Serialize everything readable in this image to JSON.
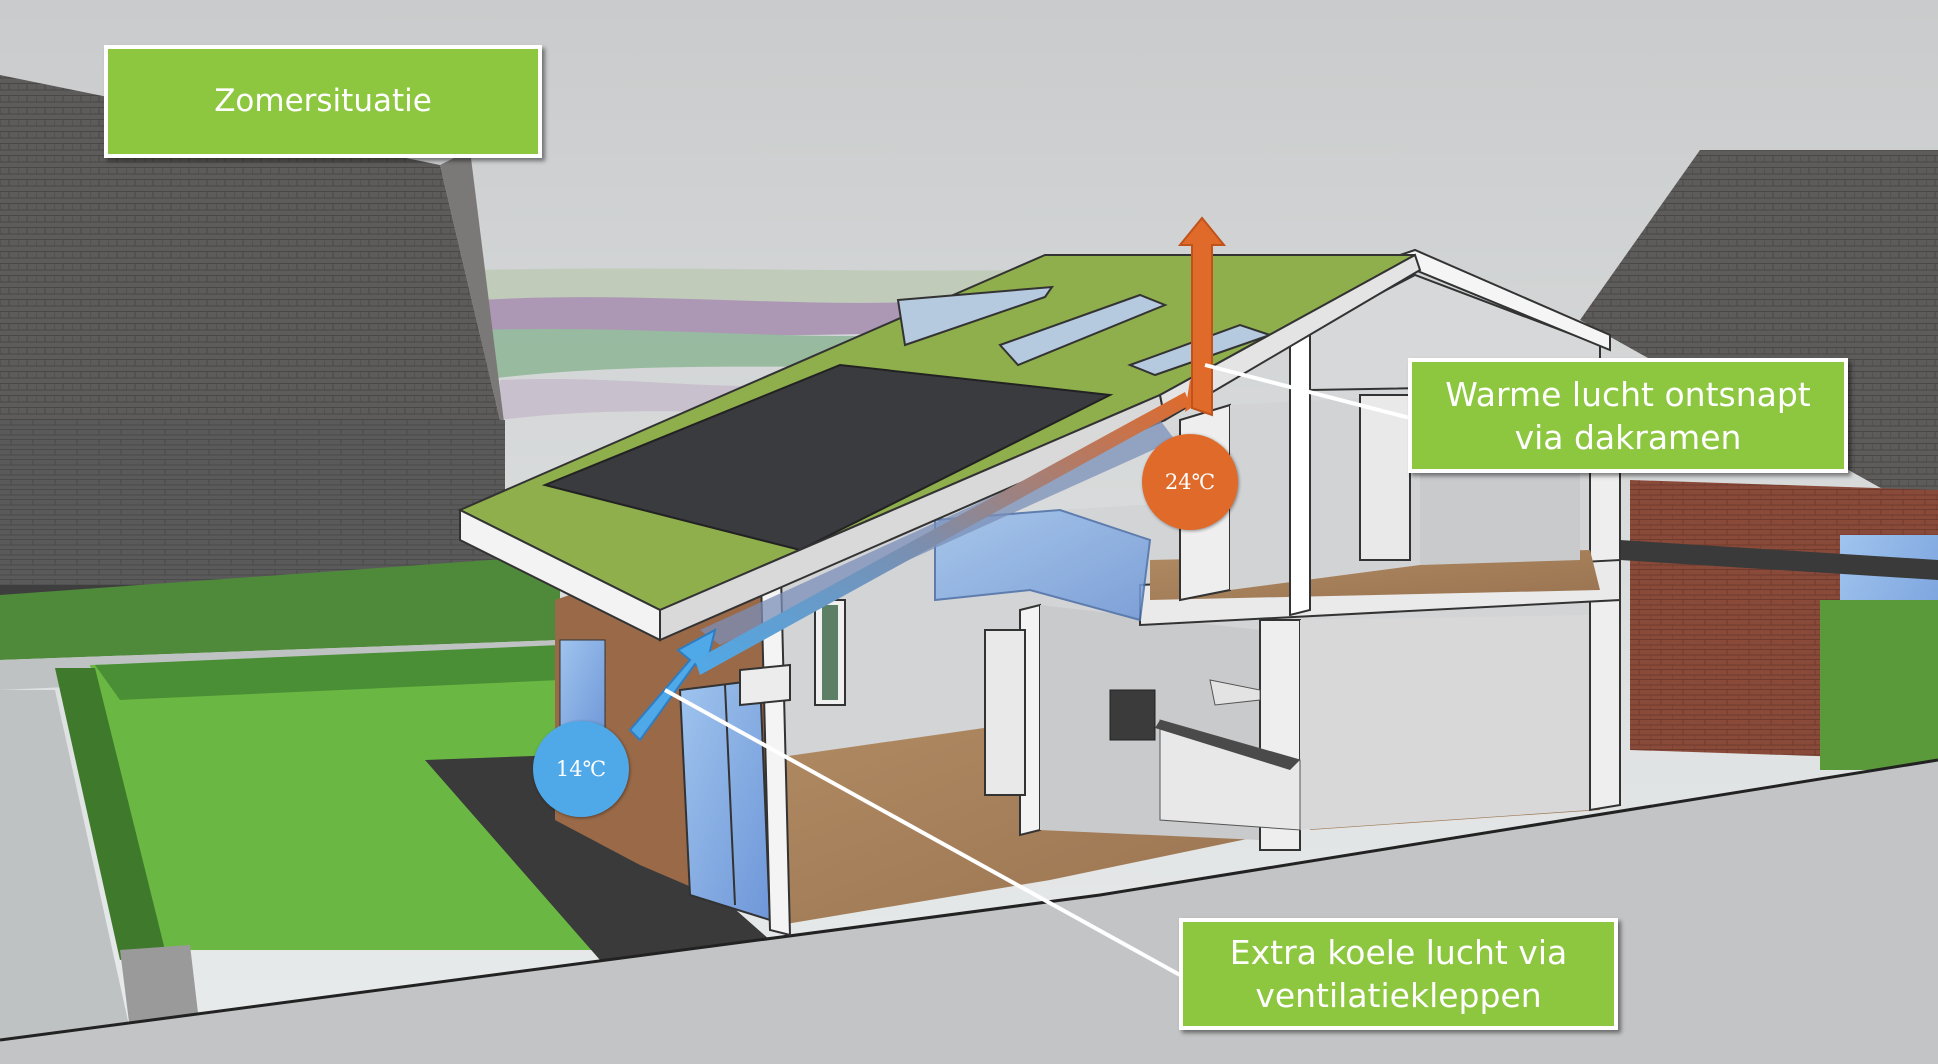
{
  "title": "Zomersituatie",
  "callouts": {
    "warm_air": {
      "line1": "Warme lucht ontsnapt",
      "line2": "via dakramen"
    },
    "cool_air": {
      "line1": "Extra koele lucht via",
      "line2": "ventilatiekleppen"
    }
  },
  "temperatures": {
    "warm": "24℃",
    "cool": "14℃"
  },
  "colors": {
    "callout_fill": "#8dc63f",
    "warm": "#e06a2a",
    "cool": "#4fa9e8",
    "green_roof": "#8fae4c",
    "solar_panel": "#3a3b3f",
    "brick": "#8a4a3a",
    "lawn": "#6ab843"
  }
}
